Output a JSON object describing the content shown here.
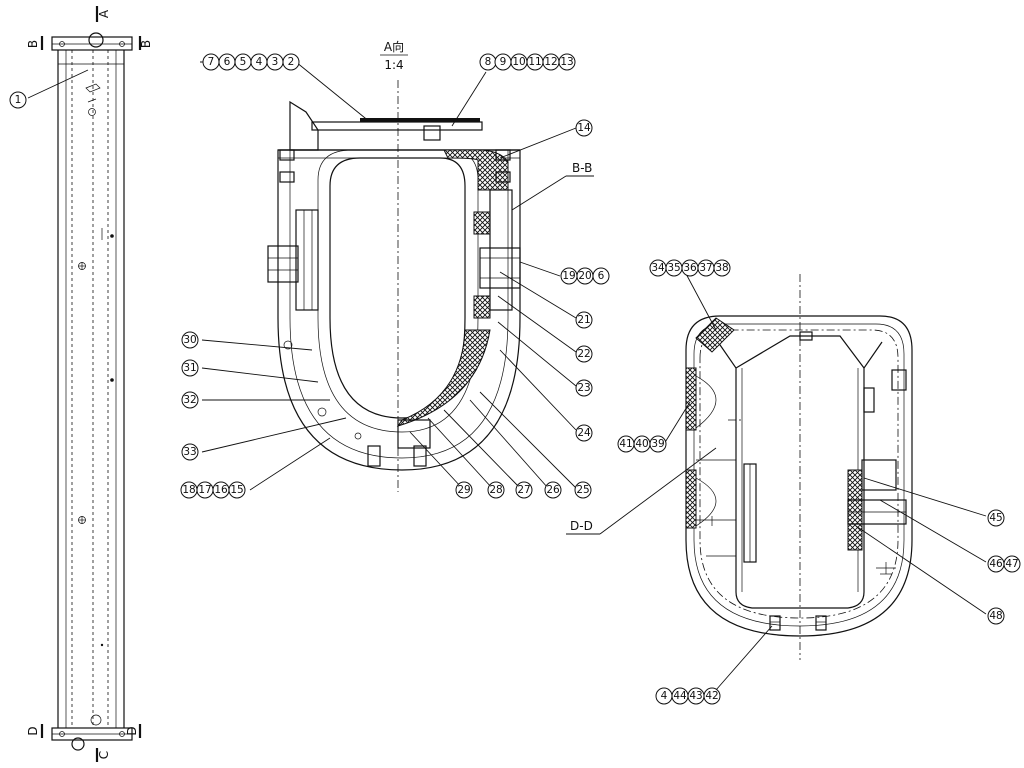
{
  "view_a": {
    "title": "A向",
    "scale": "1:4"
  },
  "section_labels": {
    "bb": "B-B",
    "dd": "D-D"
  },
  "cut_marks": {
    "a": "A",
    "b": "B",
    "c": "C",
    "d": "D"
  },
  "balloons_bar": {
    "b1": "1"
  },
  "balloons_center": {
    "b7": "7",
    "b6": "6",
    "b5": "5",
    "b4": "4",
    "b3": "3",
    "b2": "2",
    "b8": "8",
    "b9": "9",
    "b10": "10",
    "b11": "11",
    "b12": "12",
    "b13": "13",
    "b14": "14",
    "b19": "19",
    "b20": "20",
    "b6b": "6",
    "b21": "21",
    "b22": "22",
    "b23": "23",
    "b24": "24",
    "b30": "30",
    "b31": "31",
    "b32": "32",
    "b33": "33",
    "b18": "18",
    "b17": "17",
    "b16": "16",
    "b15": "15",
    "b29": "29",
    "b28": "28",
    "b27": "27",
    "b26": "26",
    "b25": "25"
  },
  "balloons_right": {
    "b34": "34",
    "b35": "35",
    "b36": "36",
    "b37": "37",
    "b38": "38",
    "b41": "41",
    "b40": "40",
    "b39": "39",
    "b45": "45",
    "b46": "46",
    "b47": "47",
    "b48": "48",
    "b4": "4",
    "b44": "44",
    "b43": "43",
    "b42": "42"
  }
}
